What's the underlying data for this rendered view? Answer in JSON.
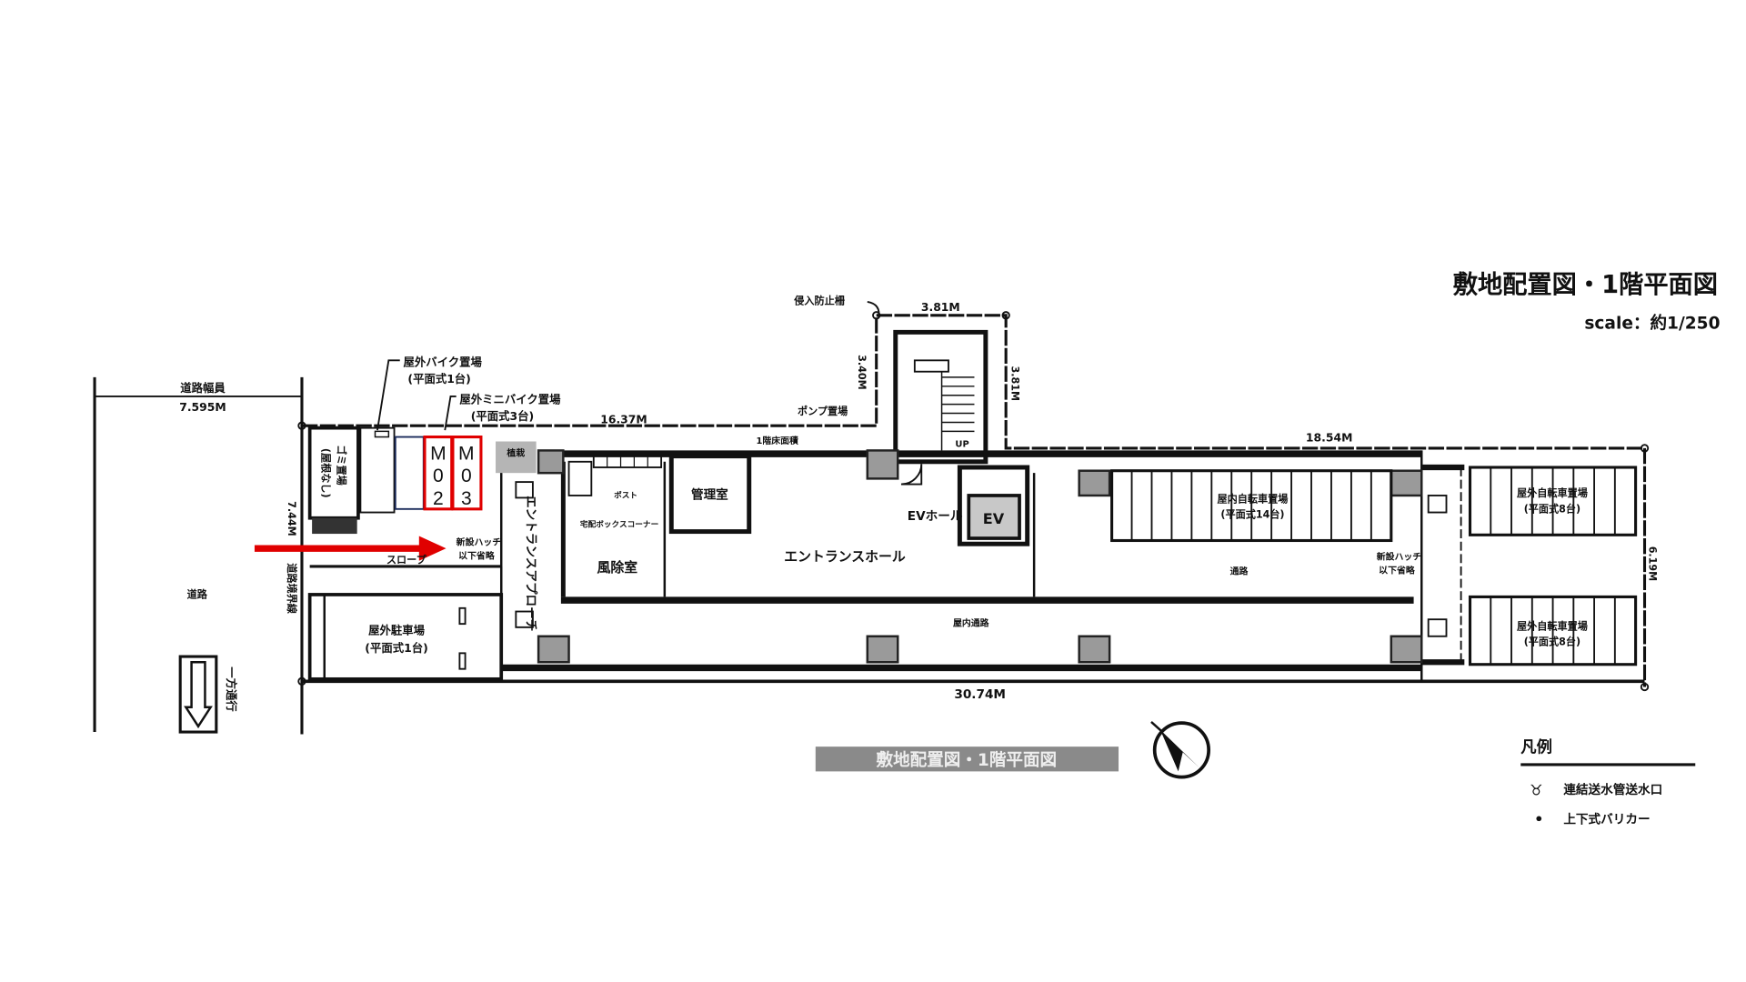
{
  "title": "敷地配置図・1階平面図",
  "scale": "scale：約1/250",
  "bottom_title": "敷地配置図・1階平面図",
  "road_width_label": "道路幅員",
  "road_width_value": "7.595M",
  "road_label": "道路",
  "one_way_label": "一方通行",
  "boundary_label": "道路境界線",
  "dimensions": {
    "d1": "16.37M",
    "d2": "18.54M",
    "d3": "30.74M",
    "d4": "3.81M",
    "d5": "3.40M",
    "d6": "7.44M",
    "d7": "6.19M",
    "d8": "3.81M"
  },
  "labels": {
    "bike_parking": "屋外バイク置場",
    "bike_parking_sub": "(平面式1台)",
    "mini_bike_parking": "屋外ミニバイク置場",
    "mini_bike_parking_sub": "(平面式3台)",
    "garbage": "ゴミ置場",
    "garbage_sub": "(屋根なし)",
    "slope": "スロープ",
    "hatch_left": "新設ハッチ",
    "hatch_left_sub": "以下省略",
    "hatch_right": "新設ハッチ",
    "hatch_right_sub": "以下省略",
    "entrance_approach": "エントランスアプローチ",
    "windbreak_room": "風除室",
    "management_room": "管理室",
    "mailbox": "ポスト",
    "delivery_box": "宅配ボックスコーナー",
    "entrance_hall": "エントランスホール",
    "ev_hall": "EVホール",
    "ev": "EV",
    "up": "UP",
    "pump": "ポンプ置場",
    "intrusion": "侵入防止柵",
    "floor_area": "1階床面積",
    "planting": "植栽",
    "indoor_bike": "屋内自転車置場",
    "indoor_bike_sub": "(平面式14台)",
    "outdoor_bike1": "屋外自転車置場",
    "outdoor_bike1_sub": "(平面式8台)",
    "outdoor_bike2": "屋外自転車置場",
    "outdoor_bike2_sub": "(平面式8台)",
    "passage": "通路",
    "indoor_passage": "屋内通路",
    "parking": "屋外駐車場",
    "parking_sub": "(平面式1台)"
  },
  "markers": {
    "m02": [
      "M",
      "0",
      "2"
    ],
    "m03": [
      "M",
      "0",
      "3"
    ],
    "marker_color": "#e00000",
    "arrow_color": "#e00000"
  },
  "legend": {
    "title": "凡例",
    "items": [
      {
        "symbol": "♉",
        "label": "連結送水管送水口"
      },
      {
        "symbol": "•",
        "label": "上下式バリカー"
      }
    ]
  }
}
